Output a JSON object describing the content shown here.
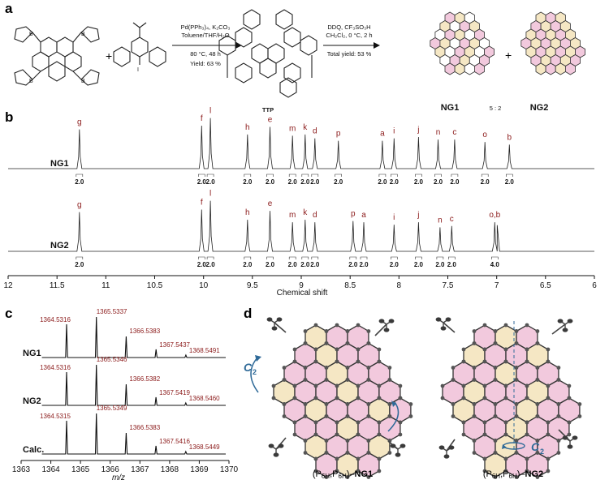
{
  "panels": {
    "a": "a",
    "b": "b",
    "c": "c",
    "d": "d"
  },
  "scheme": {
    "plus": "+",
    "step1": {
      "l1": "Pd(PPh₃)₄, K₂CO₃",
      "l2": "Toluene/THF/H₂O",
      "l3": "80 °C, 48 h",
      "l4": "Yield: 63 %"
    },
    "step2": {
      "l1": "DDQ, CF₃SO₃H",
      "l2": "CH₂Cl₂, 0 °C, 2 h",
      "l3": "Total yield: 53 %"
    },
    "ttp_label": "TTP",
    "ng1_label": "NG1",
    "ratio": "5 : 2",
    "ng2_label": "NG2"
  },
  "chart_data": [
    {
      "type": "line",
      "xlabel": "Chemical shift",
      "xlim": [
        12,
        6
      ],
      "xticks": [
        "12",
        "11.5",
        "11",
        "10.5",
        "10",
        "9.5",
        "9",
        "8.5",
        "8",
        "7.5",
        "7",
        "6.5",
        "6"
      ],
      "series": [
        {
          "name": "NG1",
          "peaks": [
            {
              "label": "g",
              "shift": 11.27,
              "height": 0.62,
              "integral": "2.0"
            },
            {
              "label": "f",
              "shift": 10.02,
              "height": 0.68,
              "integral": "2.0"
            },
            {
              "label": "l",
              "shift": 9.93,
              "height": 0.8,
              "integral": "2.0"
            },
            {
              "label": "h",
              "shift": 9.55,
              "height": 0.54,
              "integral": "2.0"
            },
            {
              "label": "e",
              "shift": 9.32,
              "height": 0.66,
              "integral": "2.0"
            },
            {
              "label": "m",
              "shift": 9.09,
              "height": 0.52,
              "integral": "2.0"
            },
            {
              "label": "k",
              "shift": 8.96,
              "height": 0.54,
              "integral": "2.0"
            },
            {
              "label": "d",
              "shift": 8.86,
              "height": 0.48,
              "integral": "2.0"
            },
            {
              "label": "p",
              "shift": 8.62,
              "height": 0.44,
              "integral": "2.0"
            },
            {
              "label": "a",
              "shift": 8.17,
              "height": 0.44,
              "integral": "2.0"
            },
            {
              "label": "i",
              "shift": 8.05,
              "height": 0.48,
              "integral": "2.0"
            },
            {
              "label": "j",
              "shift": 7.8,
              "height": 0.5,
              "integral": "2.0"
            },
            {
              "label": "n",
              "shift": 7.6,
              "height": 0.46,
              "integral": "2.0"
            },
            {
              "label": "c",
              "shift": 7.43,
              "height": 0.46,
              "integral": "2.0"
            },
            {
              "label": "o",
              "shift": 7.12,
              "height": 0.42,
              "integral": "2.0"
            },
            {
              "label": "b",
              "shift": 6.87,
              "height": 0.38,
              "integral": "2.0"
            }
          ]
        },
        {
          "name": "NG2",
          "peaks": [
            {
              "label": "g",
              "shift": 11.27,
              "height": 0.62,
              "integral": "2.0"
            },
            {
              "label": "f",
              "shift": 10.02,
              "height": 0.66,
              "integral": "2.0"
            },
            {
              "label": "l",
              "shift": 9.93,
              "height": 0.8,
              "integral": "2.0"
            },
            {
              "label": "h",
              "shift": 9.55,
              "height": 0.5,
              "integral": "2.0"
            },
            {
              "label": "e",
              "shift": 9.32,
              "height": 0.64,
              "integral": "2.0"
            },
            {
              "label": "m",
              "shift": 9.09,
              "height": 0.46,
              "integral": "2.0"
            },
            {
              "label": "k",
              "shift": 8.96,
              "height": 0.5,
              "integral": "2.0"
            },
            {
              "label": "d",
              "shift": 8.86,
              "height": 0.46,
              "integral": "2.0"
            },
            {
              "label": "p",
              "shift": 8.47,
              "height": 0.48,
              "integral": "2.0"
            },
            {
              "label": "a",
              "shift": 8.36,
              "height": 0.46,
              "integral": "2.0"
            },
            {
              "label": "i",
              "shift": 8.05,
              "height": 0.42,
              "integral": "2.0"
            },
            {
              "label": "j",
              "shift": 7.8,
              "height": 0.46,
              "integral": "2.0"
            },
            {
              "label": "n",
              "shift": 7.58,
              "height": 0.38,
              "integral": "2.0"
            },
            {
              "label": "c",
              "shift": 7.46,
              "height": 0.4,
              "integral": "2.0"
            },
            {
              "label": "o,b",
              "shift": 7.02,
              "height": 0.46,
              "integral": "4.0"
            }
          ]
        }
      ]
    },
    {
      "type": "line",
      "xlabel": "m/z",
      "xlim": [
        1363,
        1370
      ],
      "xticks": [
        "1363",
        "1364",
        "1365",
        "1366",
        "1367",
        "1368",
        "1369",
        "1370"
      ],
      "series": [
        {
          "name": "NG1",
          "peaks": [
            {
              "mz": 1364.5316,
              "rel": 0.82,
              "label": "1364.5316"
            },
            {
              "mz": 1365.5337,
              "rel": 1.0,
              "label": "1365.5337"
            },
            {
              "mz": 1366.5383,
              "rel": 0.52,
              "label": "1366.5383"
            },
            {
              "mz": 1367.5437,
              "rel": 0.2,
              "label": "1367.5437"
            },
            {
              "mz": 1368.5491,
              "rel": 0.06,
              "label": "1368.5491"
            }
          ]
        },
        {
          "name": "NG2",
          "peaks": [
            {
              "mz": 1364.5316,
              "rel": 0.82,
              "label": "1364.5316"
            },
            {
              "mz": 1365.5346,
              "rel": 1.0,
              "label": "1365.5346"
            },
            {
              "mz": 1366.5382,
              "rel": 0.52,
              "label": "1366.5382"
            },
            {
              "mz": 1367.5419,
              "rel": 0.2,
              "label": "1367.5419"
            },
            {
              "mz": 1368.546,
              "rel": 0.06,
              "label": "1368.5460"
            }
          ]
        },
        {
          "name": "Calc.",
          "peaks": [
            {
              "mz": 1364.5315,
              "rel": 0.82,
              "label": "1364.5315"
            },
            {
              "mz": 1365.5349,
              "rel": 1.0,
              "label": "1365.5349"
            },
            {
              "mz": 1366.5383,
              "rel": 0.52,
              "label": "1366.5383"
            },
            {
              "mz": 1367.5416,
              "rel": 0.2,
              "label": "1367.5416"
            },
            {
              "mz": 1368.5449,
              "rel": 0.06,
              "label": "1368.5449"
            }
          ]
        }
      ]
    }
  ],
  "structures": {
    "ng1_caption_pre": "(P",
    "ng1_caption_sub1": "6H",
    "ng1_caption_mid": ",P",
    "ng1_caption_sub2": "6H",
    "ng1_caption_post": ")–",
    "ng1_caption_name": "NG1",
    "ng2_caption_pre": "(P",
    "ng2_caption_sub1": "6H",
    "ng2_caption_mid": ",P",
    "ng2_caption_sub2": "6H",
    "ng2_caption_post": ")–",
    "ng2_caption_name": "NG2",
    "c2": "C",
    "c2_sub": "2"
  },
  "colors": {
    "peak_label": "#8b1a1a",
    "pink_ring": "#f2c9dd",
    "yellow_ring": "#f5e7c4",
    "c2_blue": "#2f6a98"
  }
}
